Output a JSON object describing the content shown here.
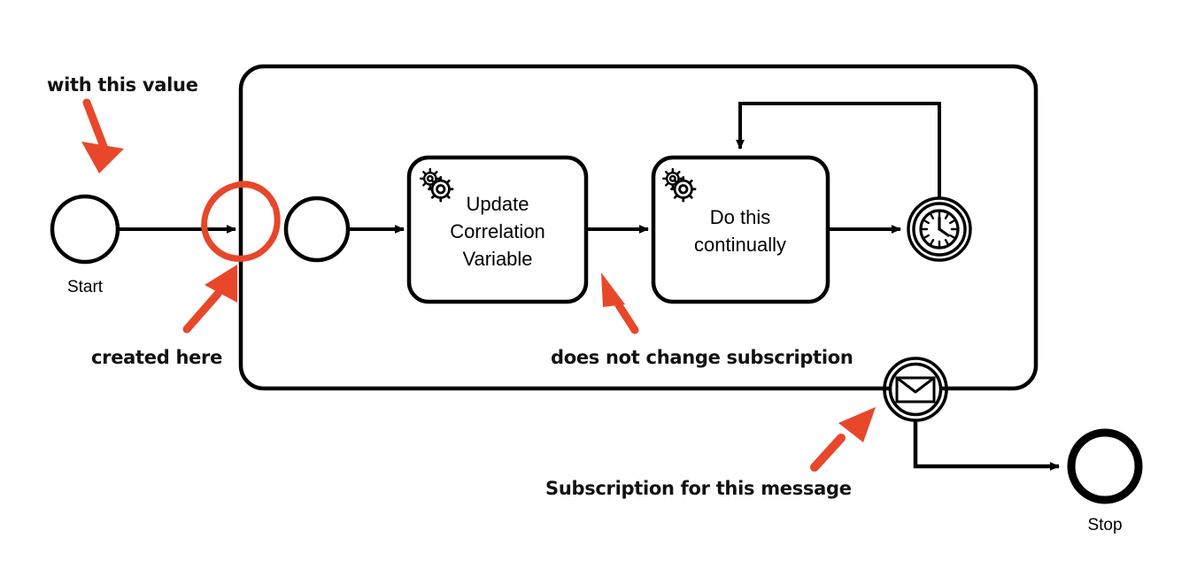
{
  "diagram": {
    "type": "bpmn-process",
    "title": "Correlation variable subscription diagram",
    "accent_color": "#E8472A",
    "line_color": "#000000",
    "background": "#FFFFFF"
  },
  "events": {
    "start": {
      "name": "start-event",
      "label": "Start",
      "kind": "none-start-event"
    },
    "inner_start": {
      "name": "subprocess-start-event",
      "label": "",
      "kind": "none-start-event"
    },
    "timer": {
      "name": "timer-intermediate-event",
      "label": "",
      "kind": "timer-catch-event",
      "icon": "clock-icon"
    },
    "message_boundary": {
      "name": "message-boundary-event",
      "label": "",
      "kind": "message-boundary-event",
      "icon": "envelope-icon"
    },
    "stop": {
      "name": "end-event",
      "label": "Stop",
      "kind": "none-end-event"
    }
  },
  "tasks": [
    {
      "id": "update-correlation-variable",
      "label": "Update\nCorrelation\nVariable",
      "lines": [
        "Update",
        "Correlation",
        "Variable"
      ],
      "marker": "service-task-gear-icon"
    },
    {
      "id": "do-this-continually",
      "label": "Do this\ncontinually",
      "lines": [
        "Do this",
        "continually"
      ],
      "marker": "service-task-gear-icon"
    }
  ],
  "subprocess": {
    "name": "expanded-subprocess",
    "label": ""
  },
  "annotations": [
    {
      "id": "with-this-value",
      "text": "with this value",
      "points_to": "correlation-value"
    },
    {
      "id": "created-here",
      "text": "created here",
      "points_to": "subprocess-entry-boundary"
    },
    {
      "id": "does-not-change-subscription",
      "text": "does not change subscription",
      "points_to": "update-correlation-variable"
    },
    {
      "id": "subscription-for-this-message",
      "text": "Subscription for this message",
      "points_to": "message-boundary-event"
    }
  ]
}
